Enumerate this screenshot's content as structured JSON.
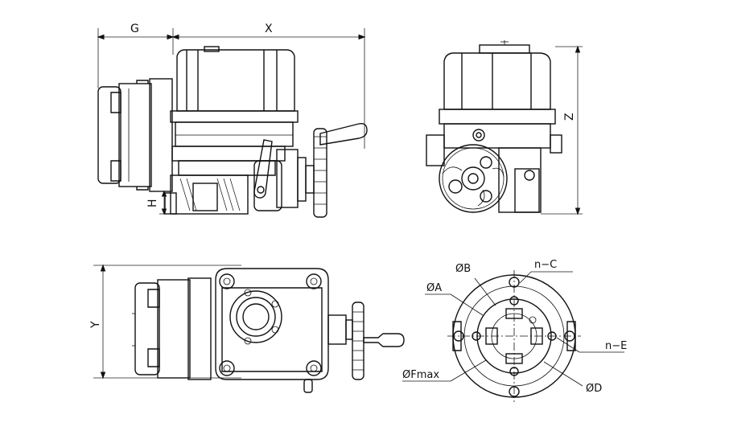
{
  "dimensions": {
    "G": "G",
    "X": "X",
    "Z": "Z",
    "H": "H",
    "Y": "Y"
  },
  "flange_labels": {
    "phi_A": "ØA",
    "phi_B": "ØB",
    "n_C": "n−C",
    "n_E": "n−E",
    "phi_D": "ØD",
    "phi_Fmax": "ØFmax"
  },
  "colors": {
    "line": "#111111",
    "background": "#ffffff"
  }
}
